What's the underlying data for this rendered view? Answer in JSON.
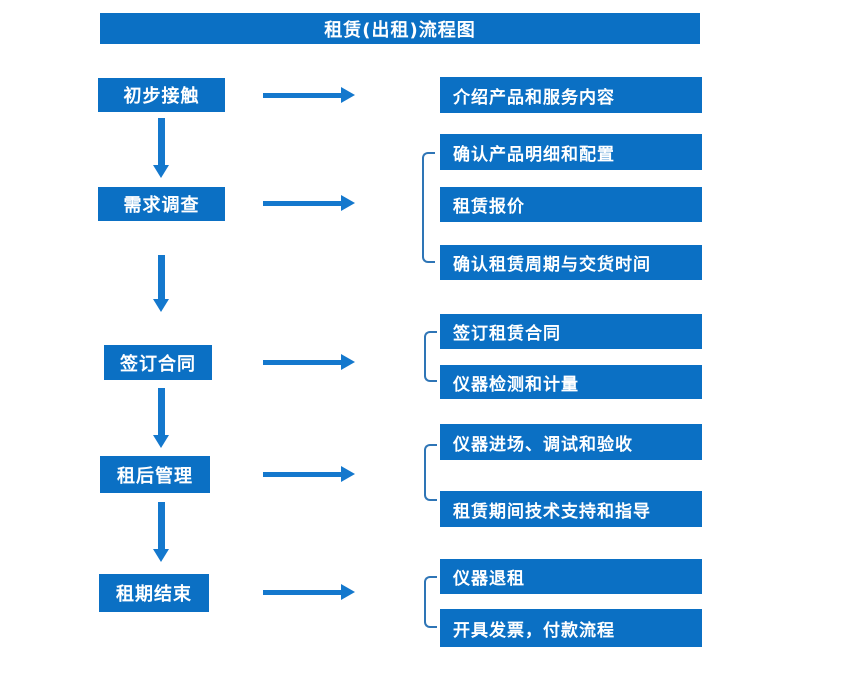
{
  "title": "租赁(出租)流程图",
  "colors": {
    "box_blue": "#0b70c4",
    "arrow_blue": "#1478cd",
    "bracket_blue": "#2e75b6",
    "text_white": "#ffffff"
  },
  "flow": {
    "stages": [
      {
        "label": "初步接触",
        "details": [
          "介绍产品和服务内容"
        ]
      },
      {
        "label": "需求调查",
        "details": [
          "确认产品明细和配置",
          "租赁报价",
          "确认租赁周期与交货时间"
        ]
      },
      {
        "label": "签订合同",
        "details": [
          "签订租赁合同",
          "仪器检测和计量"
        ]
      },
      {
        "label": "租后管理",
        "details": [
          "仪器进场、调试和验收",
          "租赁期间技术支持和指导"
        ]
      },
      {
        "label": "租期结束",
        "details": [
          "仪器退租",
          "开具发票，付款流程"
        ]
      }
    ]
  }
}
